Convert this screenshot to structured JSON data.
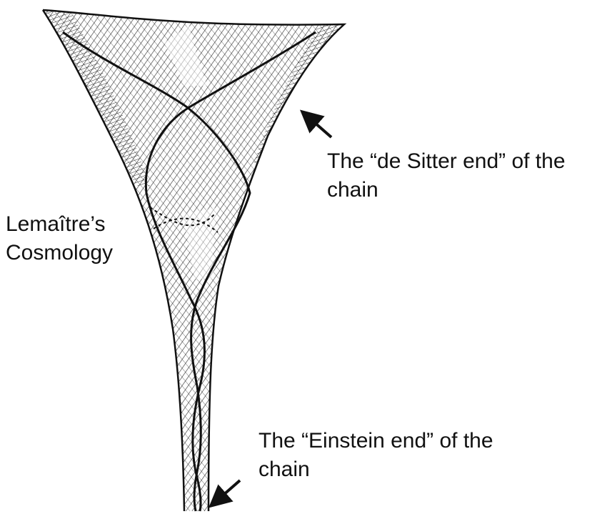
{
  "labels": {
    "cosmology": {
      "line1": "Lemaître’s",
      "line2": "Cosmology"
    },
    "de_sitter_end": {
      "line1": "The “de Sitter end” of the",
      "line2": "chain"
    },
    "einstein_end": {
      "line1": "The “Einstein end” of the",
      "line2": "chain"
    }
  },
  "colors": {
    "ink": "#111111",
    "background": "#ffffff"
  },
  "icons": [
    "arrow-icon",
    "arrow-icon"
  ]
}
